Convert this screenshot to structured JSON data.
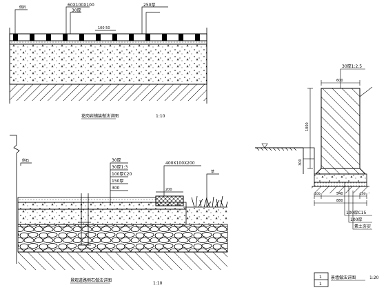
{
  "top_detail": {
    "labels": {
      "left_callout": "侧石",
      "top_callout_1": "60X100X100",
      "top_callout_2": "30厚",
      "top_callout_3": "250厚",
      "center_dim": "100 50"
    },
    "title": "花岗岩铺装做法详图",
    "scale": "1:10"
  },
  "bottom_detail": {
    "labels": {
      "left_callout": "侧石",
      "layer_1": "30厚",
      "layer_2": "30厚1:3",
      "layer_3": "100厚C20",
      "layer_4": "150厚",
      "layer_5": "300",
      "curb_callout": "400X100X200",
      "right_callout": "草",
      "curb_dim": "200"
    },
    "title": "景观道路侧石做法详图",
    "scale": "1:10"
  },
  "right_detail": {
    "labels": {
      "top_callout": "30厚1:2.5",
      "top_dim": "600",
      "height_dim": "1000",
      "side_dim": "300",
      "base_dim_left": "100",
      "base_dim_mid": "540",
      "base_dim_right": "100",
      "base_dim_total": "880",
      "layer_1": "100厚C15",
      "layer_2": "100厚",
      "layer_3": "素土夯实"
    },
    "section_mark_top": "1",
    "section_mark_bottom": "1",
    "title": "景墙做法详图",
    "scale": "1:20"
  }
}
